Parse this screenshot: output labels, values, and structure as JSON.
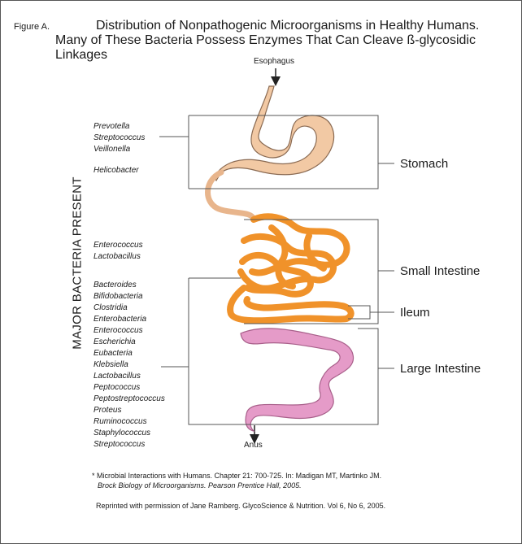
{
  "figure_label": "Figure A.",
  "title_line1": "Distribution of Nonpathogenic Microorganisms in Healthy Humans.",
  "title_line2": "Many of These Bacteria Possess Enzymes That Can Cleave ß-glycosidic Linkages",
  "axis_label": "MAJOR BACTERIA PRESENT",
  "esophagus_label": "Esophagus",
  "anus_label": "Anus",
  "organs": {
    "stomach": "Stomach",
    "small_intestine": "Small Intestine",
    "ileum": "Ileum",
    "large_intestine": "Large Intestine"
  },
  "bacteria_groups": {
    "stomach": [
      "Prevotella",
      "Streptococcus",
      "Veillonella",
      "Helicobacter"
    ],
    "small_intestine": [
      "Enterococcus",
      "Lactobacillus"
    ],
    "large_intestine": [
      "Bacteroides",
      "Bifidobacteria",
      "Clostridia",
      "Enterobacteria",
      "Enterococcus",
      "Escherichia",
      "Eubacteria",
      "Klebsiella",
      "Lactobacillus",
      "Peptococcus",
      "Peptostreptococcus",
      "Proteus",
      "Ruminococcus",
      "Staphylococcus",
      "Streptococcus"
    ]
  },
  "footnote": {
    "line1": "* Microbial Interactions with Humans. Chapter 21: 700-725. In: Madigan MT, Martinko JM.",
    "line2": "Brock Biology of Microorganisms. Pearson Prentice Hall, 2005.",
    "line3": "Reprinted with permission of Jane Ramberg. GlycoScience & Nutrition. Vol 6, No 6, 2005."
  },
  "colors": {
    "stomach_fill": "#f2c9a4",
    "small_intestine_fill": "#f0922a",
    "large_intestine_fill": "#e59bc8",
    "bracket_line": "#555555"
  }
}
